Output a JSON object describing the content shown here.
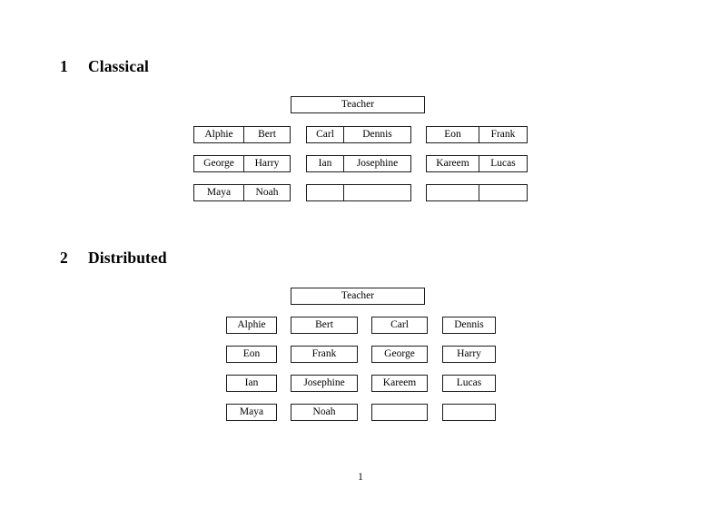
{
  "document": {
    "page_number": "1"
  },
  "sections": [
    {
      "number": "1",
      "title": "Classical",
      "teacher_label": "Teacher",
      "groups": [
        {
          "rows": [
            [
              "Alphie",
              "Bert"
            ],
            [
              "George",
              "Harry"
            ],
            [
              "Maya",
              "Noah"
            ]
          ]
        },
        {
          "rows": [
            [
              "Carl",
              "Dennis"
            ],
            [
              "Ian",
              "Josephine"
            ],
            [
              "",
              ""
            ]
          ]
        },
        {
          "rows": [
            [
              "Eon",
              "Frank"
            ],
            [
              "Kareem",
              "Lucas"
            ],
            [
              "",
              ""
            ]
          ]
        }
      ]
    },
    {
      "number": "2",
      "title": "Distributed",
      "teacher_label": "Teacher",
      "columns": [
        {
          "cells": [
            "Alphie",
            "Eon",
            "Ian",
            "Maya"
          ]
        },
        {
          "cells": [
            "Bert",
            "Frank",
            "Josephine",
            "Noah"
          ]
        },
        {
          "cells": [
            "Carl",
            "George",
            "Kareem",
            ""
          ]
        },
        {
          "cells": [
            "Dennis",
            "Harry",
            "Lucas",
            ""
          ]
        }
      ]
    }
  ]
}
